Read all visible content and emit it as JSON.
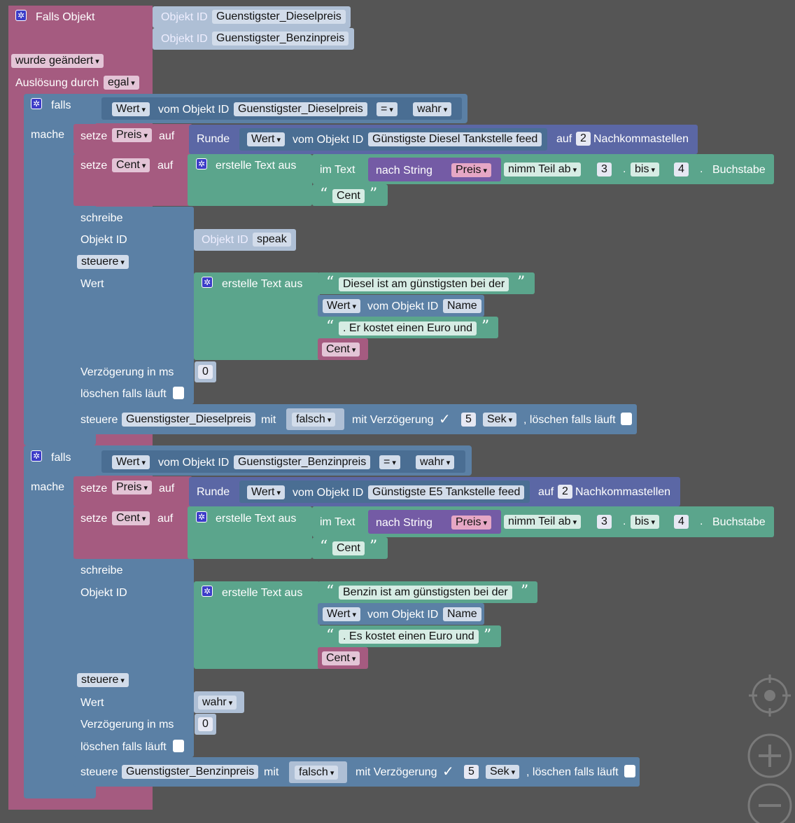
{
  "trigger": {
    "title": "Falls Objekt",
    "objekt_id_label": "Objekt ID",
    "ids": [
      "Guenstigster_Dieselpreis",
      "Guenstigster_Benzinpreis"
    ],
    "changed": "wurde geändert",
    "trigger_by_label": "Auslösung durch",
    "trigger_by_value": "egal"
  },
  "labels": {
    "falls": "falls",
    "mache": "mache",
    "setze": "setze",
    "auf": "auf",
    "runde": "Runde",
    "wert": "Wert",
    "vom_objekt_id": "vom Objekt ID",
    "eq": "=",
    "auf_round": "auf",
    "nachkommastellen": "Nachkommastellen",
    "erstelle_text": "erstelle Text aus",
    "im_text": "im Text",
    "nach_string": "nach String",
    "nimm_teil_ab": "nimm Teil ab",
    "bis": "bis",
    "dot": ".",
    "buchstabe": "Buchstabe",
    "schreibe": "schreibe",
    "objekt_id": "Objekt ID",
    "steuere": "steuere",
    "verzoegerung": "Verzögerung in ms",
    "loeschen": "löschen falls läuft",
    "mit": "mit",
    "mit_verz": "mit Verzögerung",
    "sek": "Sek",
    "loeschen2": ", löschen falls läuft",
    "check": "✓",
    "open_q": "“",
    "close_q": "”"
  },
  "block1": {
    "cond_id": "Guenstigster_Dieselpreis",
    "cond_value": "wahr",
    "var1": "Preis",
    "round_id": "Günstigste Diesel Tankstelle feed",
    "digits": "2",
    "var2": "Cent",
    "from": "3",
    "to": "4",
    "cent_text": "Cent",
    "write_id": "speak",
    "text1": "Diesel ist am günstigsten bei der",
    "name_id": "Name",
    "text2": ". Er kostet einen Euro und",
    "cent_var": "Cent",
    "delay_ms": "0",
    "ctrl_id": "Guenstigster_Dieselpreis",
    "ctrl_value": "falsch",
    "sec": "5"
  },
  "block2": {
    "cond_id": "Guenstigster_Benzinpreis",
    "cond_value": "wahr",
    "var1": "Preis",
    "round_id": "Günstigste E5 Tankstelle feed",
    "digits": "2",
    "var2": "Cent",
    "from": "3",
    "to": "4",
    "cent_text": "Cent",
    "text1": "Benzin ist am günstigsten bei der",
    "name_id": "Name",
    "text2": ". Es kostet einen Euro und",
    "cent_var": "Cent",
    "write_value": "wahr",
    "delay_ms": "0",
    "ctrl_id": "Guenstigster_Benzinpreis",
    "ctrl_value": "falsch",
    "sec": "5"
  },
  "controls": [
    "target-icon",
    "zoom-in-icon",
    "zoom-out-icon"
  ]
}
